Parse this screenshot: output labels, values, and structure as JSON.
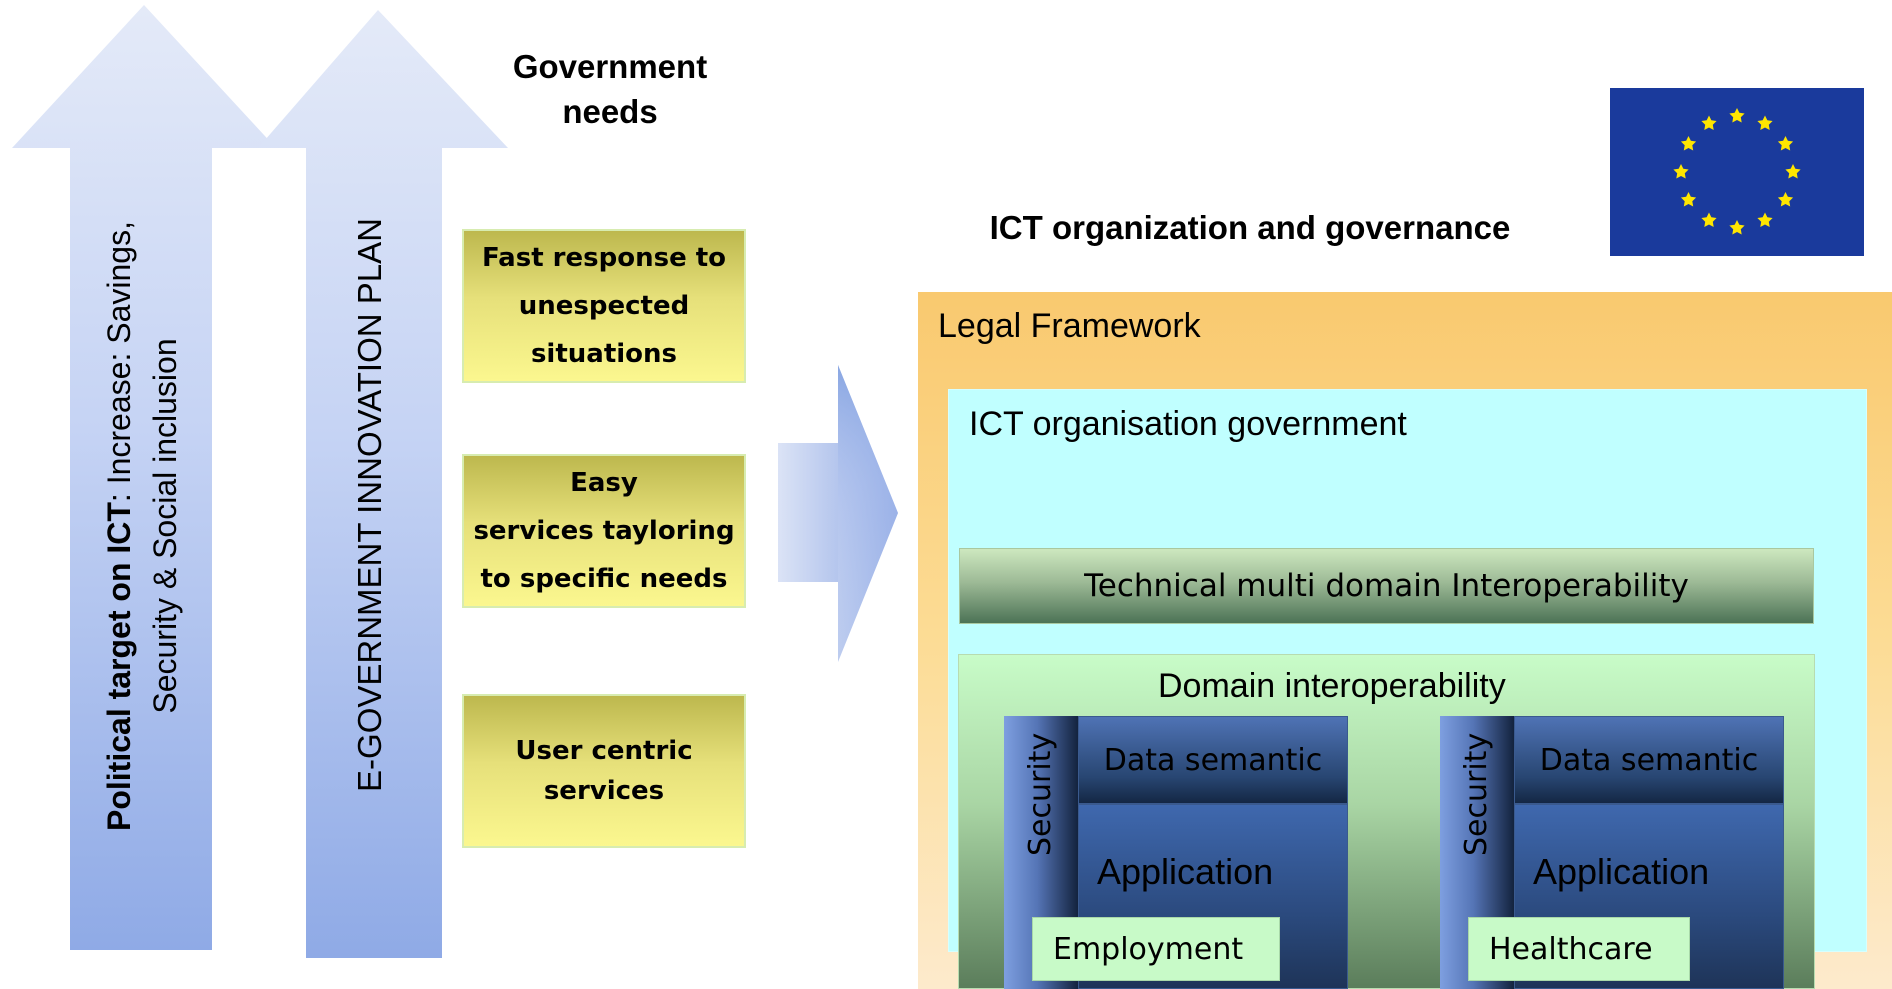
{
  "left_arrows": {
    "political": {
      "bold": "Political target on ICT",
      "rest": ": Increase: Savings,",
      "line2": "Security  & Social inclusion"
    },
    "egov": "E-GOVERNMENT  INNOVATION PLAN"
  },
  "needs": {
    "title_line1": "Government",
    "title_line2": "needs",
    "boxes": [
      [
        "Fast response to",
        "unespected",
        "situations"
      ],
      [
        "Easy",
        "services tayloring",
        "to specific needs"
      ],
      [
        "User centric",
        "services"
      ]
    ]
  },
  "governance": {
    "title": "ICT organization and governance",
    "legal": "Legal  Framework",
    "ict_org": "ICT organisation  government",
    "technical": "Technical multi domain Interoperability",
    "domain": "Domain interoperability",
    "columns": [
      {
        "security": "Security",
        "data": "Data semantic",
        "application": "Application",
        "sector": "Employment"
      },
      {
        "security": "Security",
        "data": "Data semantic",
        "application": "Application",
        "sector": "Healthcare"
      }
    ]
  },
  "colors": {
    "arrow": "#a6baee",
    "flag_blue": "#1a3a9c",
    "flag_star": "#ffe600",
    "legal_bg": "#fcd88f",
    "ict_bg": "#c0ffff",
    "needs_box": "#ece67e"
  }
}
